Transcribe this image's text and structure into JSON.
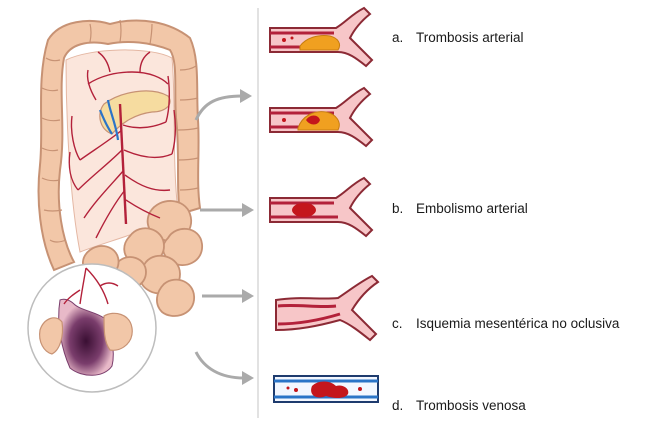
{
  "labels": {
    "a": {
      "key": "a.",
      "text": "Trombosis arterial"
    },
    "b": {
      "key": "b.",
      "text": "Embolismo arterial"
    },
    "c": {
      "key": "c.",
      "text": "Isquemia mesentérica no oclusiva"
    },
    "d": {
      "key": "d.",
      "text": "Trombosis venosa"
    }
  },
  "colors": {
    "intestine": "#f2c7a8",
    "intestine_outline": "#c79274",
    "artery": "#b3213a",
    "vessel_wall": "#8c2a35",
    "vessel_lumen": "#f7c6c8",
    "thrombus": "#f0a020",
    "clot": "#c4161c",
    "vein": "#2b74c7",
    "ischemia": "#5a1e4a",
    "arrow": "#aaaaaa",
    "divider": "#d9d9d9"
  }
}
